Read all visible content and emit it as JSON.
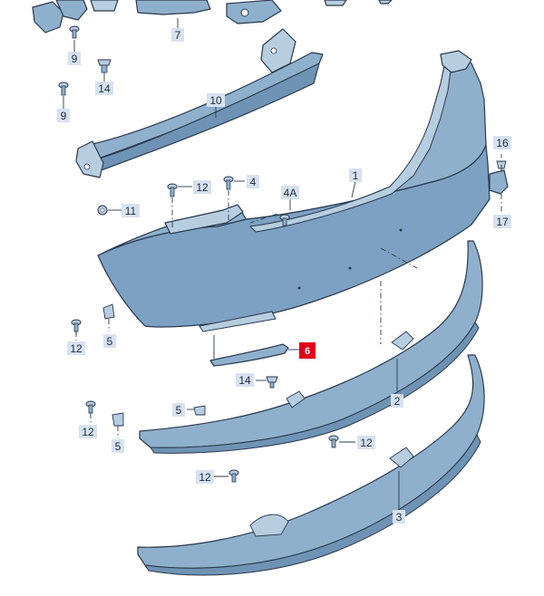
{
  "colors": {
    "part_fill": "#8fb0cc",
    "part_dark": "#6f93b4",
    "part_light": "#b7cde0",
    "label_bg": "#d7e2f0",
    "highlight": "#e0001b",
    "line": "#2a3a4e"
  },
  "callouts": {
    "c1": "1",
    "c2": "2",
    "c3": "3",
    "c4": "4",
    "c4a": "4A",
    "c5a": "5",
    "c5b": "5",
    "c5c": "5",
    "c6": "6",
    "c7": "7",
    "c9a": "9",
    "c9b": "9",
    "c10": "10",
    "c11": "11",
    "c12a": "12",
    "c12b": "12",
    "c12c": "12",
    "c12d": "12",
    "c12e": "12",
    "c14a": "14",
    "c14b": "14",
    "c16": "16",
    "c17": "17"
  },
  "highlighted_part": "6"
}
